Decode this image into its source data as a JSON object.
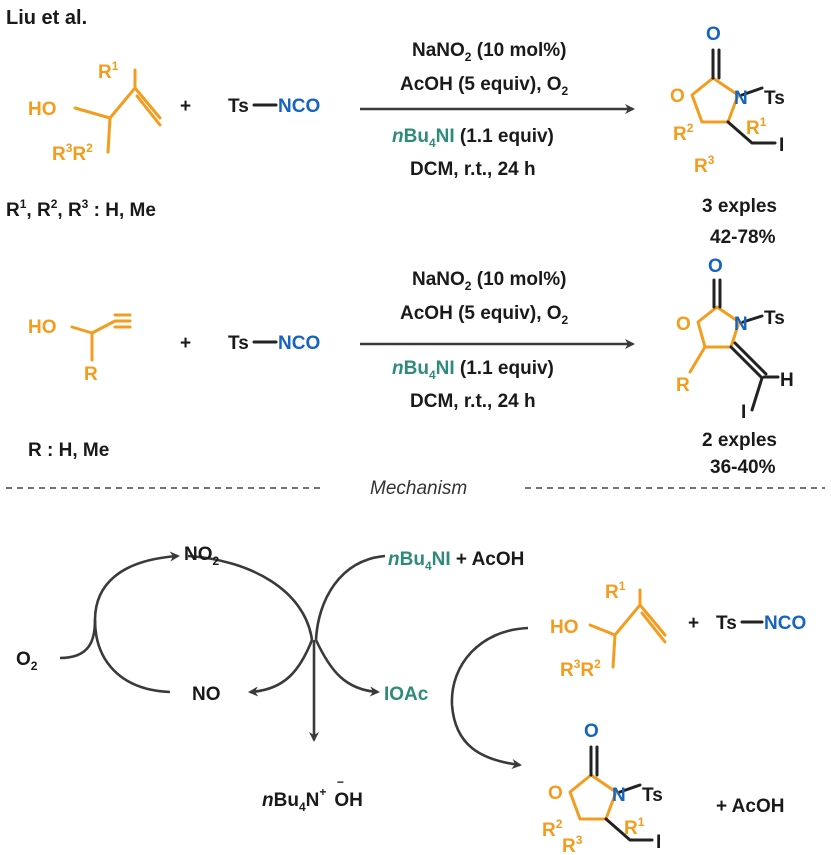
{
  "header": {
    "author": "Liu et al."
  },
  "reaction1": {
    "conditions": [
      "NaNO2 (10 mol%)",
      "AcOH (5 equiv), O2",
      "nBu4NI (1.1 equiv)",
      "DCM, r.t., 24 h"
    ],
    "scope_note": "R1, R2, R3 : H, Me",
    "examples": "3 exples",
    "yield": "42-78%"
  },
  "reaction2": {
    "conditions": [
      "NaNO2 (10 mol%)",
      "AcOH (5 equiv), O2",
      "nBu4NI (1.1 equiv)",
      "DCM, r.t., 24 h"
    ],
    "scope_note": "R : H, Me",
    "examples": "2 exples",
    "yield": "36-40%"
  },
  "reagent": {
    "left": "Ts",
    "right": "NCO",
    "plus": "+"
  },
  "atoms": {
    "HO": "HO",
    "O": "O",
    "N": "N",
    "Ts": "Ts",
    "I": "I",
    "H": "H",
    "R": "R"
  },
  "mechanism": {
    "title": "Mechanism",
    "species": {
      "no2": "NO2",
      "o2": "O2",
      "no": "NO",
      "iodide_source": "nBu4NI + AcOH",
      "ioac": "IOAc",
      "ammonium_hydroxide": "nBu4N+ OH−",
      "byproduct": "+ AcOH"
    }
  },
  "colors": {
    "substrate": "#f39c1e",
    "isocyanate": "#1565c0",
    "iodide": "#2e8b7a",
    "text": "#1a1a1a"
  }
}
